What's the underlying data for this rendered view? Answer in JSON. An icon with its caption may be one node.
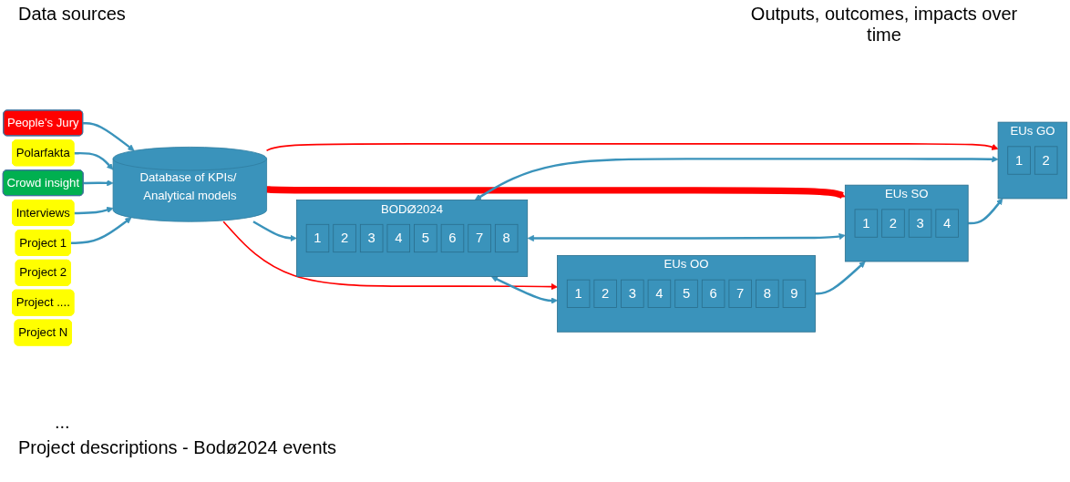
{
  "diagram": {
    "nodes": [
      {
        "text": [
          "People’s Jury"
        ]
      },
      {
        "text": [
          "Polarfakta"
        ]
      },
      {
        "text": [
          "Crowd insight"
        ]
      },
      {
        "text": [
          "Interviews"
        ]
      },
      {
        "text": [
          "Database of KPIs/ Analytical models"
        ]
      },
      {
        "text": [
          "Project 1"
        ]
      },
      {
        "text": [
          "Project 2"
        ]
      },
      {
        "text": [
          "Project ...."
        ]
      },
      {
        "text": [
          "Project N"
        ]
      },
      {
        "text": [
          "BODØ2024"
        ]
      },
      {
        "text": [
          "1"
        ],
        "in": 9
      },
      {
        "text": [
          "2"
        ],
        "in": 9
      },
      {
        "text": [
          "3"
        ],
        "in": 9
      },
      {
        "text": [
          "4"
        ],
        "in": 9
      },
      {
        "text": [
          "5"
        ],
        "in": 9
      },
      {
        "text": [
          "6"
        ],
        "in": 9
      },
      {
        "text": [
          "7"
        ],
        "in": 9
      },
      {
        "text": [
          "8"
        ],
        "in": 9
      },
      {
        "text": [
          "EUs GO"
        ]
      },
      {
        "text": [
          "1"
        ],
        "in": 18
      },
      {
        "text": [
          "2"
        ],
        "in": 18
      },
      {
        "text": [
          "EUs SO"
        ]
      },
      {
        "text": [
          "1"
        ],
        "in": 21
      },
      {
        "text": [
          "2"
        ],
        "in": 21
      },
      {
        "text": [
          "3"
        ],
        "in": 21
      },
      {
        "text": [
          "4"
        ],
        "in": 21
      },
      {
        "text": [
          "EUs OO"
        ]
      },
      {
        "text": [
          "1"
        ],
        "in": 26
      },
      {
        "text": [
          "2"
        ],
        "in": 26
      },
      {
        "text": [
          "3"
        ],
        "in": 26
      },
      {
        "text": [
          "4"
        ],
        "in": 26
      },
      {
        "text": [
          "5"
        ],
        "in": 26
      },
      {
        "text": [
          "6"
        ],
        "in": 26
      },
      {
        "text": [
          "7"
        ],
        "in": 26
      },
      {
        "text": [
          "8"
        ],
        "in": 26
      },
      {
        "text": [
          "9"
        ],
        "in": 26
      }
    ],
    "edges": [
      {
        "from": 0,
        "to": 4,
        "arrow": "to"
      },
      {
        "from": 1,
        "to": 4,
        "arrow": "to"
      },
      {
        "from": 2,
        "to": 4,
        "arrow": "to"
      },
      {
        "from": 3,
        "to": 4,
        "arrow": "to"
      },
      {
        "from": 5,
        "to": 4,
        "arrow": "to"
      },
      {
        "from": 4,
        "to": 9,
        "arrow": "to"
      },
      {
        "from": 4,
        "to": 18,
        "arrow": "to",
        "color": "#ff0000"
      },
      {
        "from": 4,
        "to": 21,
        "arrow": "to",
        "style": "thick",
        "color": "#ff0000"
      },
      {
        "from": 4,
        "to": 26,
        "arrow": "to",
        "color": "#ff0000"
      },
      {
        "from": 9,
        "to": 18,
        "arrow": "both"
      },
      {
        "from": 9,
        "to": 21,
        "arrow": "both"
      },
      {
        "from": 9,
        "to": 26,
        "arrow": "both"
      },
      {
        "from": 21,
        "to": 18,
        "arrow": "to"
      },
      {
        "from": 26,
        "to": 21,
        "arrow": "to"
      }
    ],
    "labels": [
      "Data sources",
      "Outputs, outcomes, impacts over time",
      "...",
      "Project descriptions - Bodø2024 events"
    ]
  }
}
